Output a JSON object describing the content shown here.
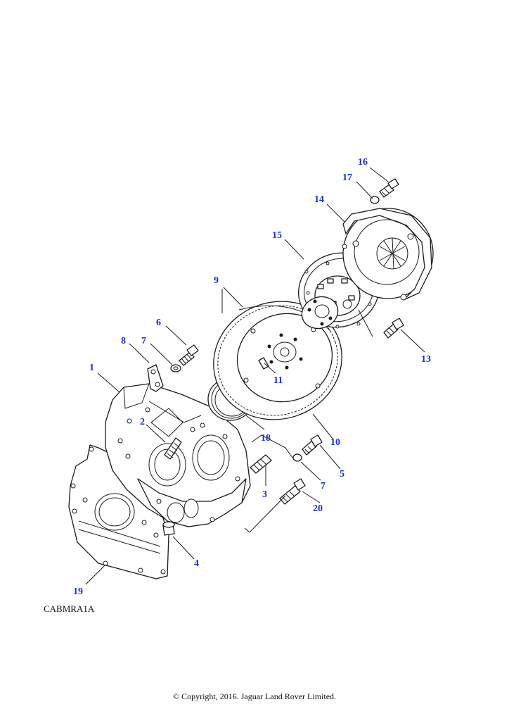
{
  "callouts": [
    {
      "id": "c1",
      "label": "1"
    },
    {
      "id": "c2",
      "label": "2"
    },
    {
      "id": "c3",
      "label": "3"
    },
    {
      "id": "c4",
      "label": "4"
    },
    {
      "id": "c5",
      "label": "5"
    },
    {
      "id": "c6",
      "label": "6"
    },
    {
      "id": "c7a",
      "label": "7"
    },
    {
      "id": "c7b",
      "label": "7"
    },
    {
      "id": "c8",
      "label": "8"
    },
    {
      "id": "c9",
      "label": "9"
    },
    {
      "id": "c10",
      "label": "10"
    },
    {
      "id": "c11",
      "label": "11"
    },
    {
      "id": "c13",
      "label": "13"
    },
    {
      "id": "c14",
      "label": "14"
    },
    {
      "id": "c15",
      "label": "15"
    },
    {
      "id": "c16",
      "label": "16"
    },
    {
      "id": "c17",
      "label": "17"
    },
    {
      "id": "c18",
      "label": "18"
    },
    {
      "id": "c19",
      "label": "19"
    },
    {
      "id": "c20",
      "label": "20"
    }
  ],
  "reference_code": "CABMRA1A",
  "copyright": "© Copyright, 2016. Jaguar Land Rover Limited.",
  "colors": {
    "callout": "#1a2fc8",
    "line": "#1a1a1a",
    "background": "#ffffff"
  }
}
